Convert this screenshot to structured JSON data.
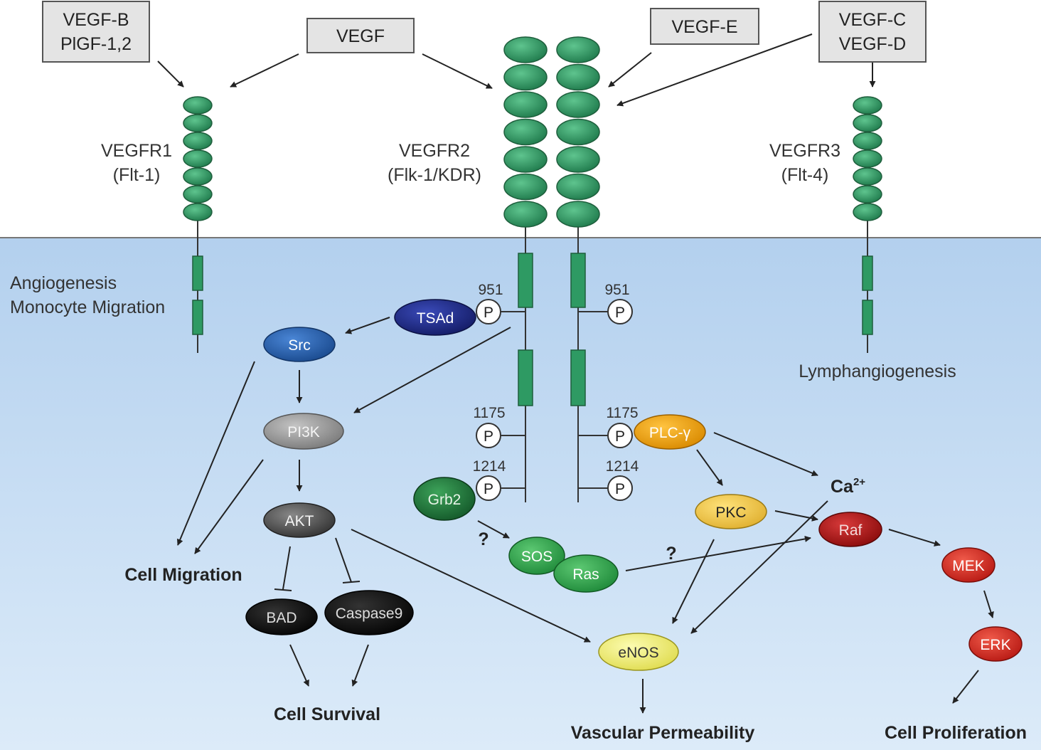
{
  "ligands": {
    "vegfb": [
      "VEGF-B",
      "PlGF-1,2"
    ],
    "vegf": "VEGF",
    "vegfe": "VEGF-E",
    "vegfcd": [
      "VEGF-C",
      "VEGF-D"
    ]
  },
  "receptors": {
    "r1": [
      "VEGFR1",
      "(Flt-1)"
    ],
    "r2": [
      "VEGFR2",
      "(Flk-1/KDR)"
    ],
    "r3": [
      "VEGFR3",
      "(Flt-4)"
    ]
  },
  "labels": {
    "angio": "Angiogenesis",
    "mono": "Monocyte Migration",
    "lymph": "Lymphangiogenesis",
    "ca": "Ca",
    "ca_sup": "2+",
    "q": "?"
  },
  "phospho": {
    "p": "P",
    "s951": "951",
    "s1175": "1175",
    "s1214": "1214"
  },
  "nodes": {
    "tsad": "TSAd",
    "src": "Src",
    "pi3k": "PI3K",
    "akt": "AKT",
    "bad": "BAD",
    "casp": "Caspase9",
    "grb2": "Grb2",
    "sos": "SOS",
    "ras": "Ras",
    "plc": "PLC-γ",
    "pkc": "PKC",
    "raf": "Raf",
    "mek": "MEK",
    "erk": "ERK",
    "enos": "eNOS"
  },
  "outcomes": {
    "migration": "Cell Migration",
    "survival": "Cell Survival",
    "permeability": "Vascular Permeability",
    "proliferation": "Cell Proliferation"
  },
  "colors": {
    "membrane_top": "#b3d0ee",
    "membrane_bottom": "#dcebf9",
    "domain": "#2e9a63",
    "domain_dark": "#1e6e44",
    "tsad": "#1d2a8a",
    "src": "#2a5fb0",
    "pi3k": "#9a9a9a",
    "akt": "#5a5a5a",
    "black": "#111111",
    "grb2": "#1f7a3a",
    "sos": "#2e9a48",
    "plc": "#f0a000",
    "pkc": "#f2cc4a",
    "raf": "#b01818",
    "red": "#d02a20",
    "enos": "#f2f07a"
  }
}
